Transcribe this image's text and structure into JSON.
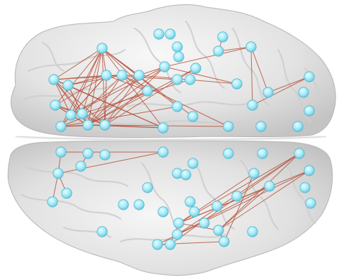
{
  "colors": {
    "background": "#ffffff",
    "brain_fill": "#e6e6e6",
    "brain_highlight": "#f7f7f7",
    "brain_shadow": "#b8b8b8",
    "node_fill": "#a9ecf8",
    "node_stroke": "#56b6cf",
    "edge": "#b5533c"
  },
  "nodes": [
    {
      "id": "u1"
    },
    {
      "id": "u2"
    },
    {
      "id": "u3"
    },
    {
      "id": "u4"
    },
    {
      "id": "u5"
    },
    {
      "id": "u6"
    },
    {
      "id": "u7"
    },
    {
      "id": "u8"
    },
    {
      "id": "u9"
    },
    {
      "id": "u10"
    },
    {
      "id": "u11"
    },
    {
      "id": "u12"
    },
    {
      "id": "u13"
    },
    {
      "id": "u14"
    },
    {
      "id": "u15"
    },
    {
      "id": "u16"
    },
    {
      "id": "u17"
    },
    {
      "id": "u18"
    },
    {
      "id": "u19"
    },
    {
      "id": "u20"
    },
    {
      "id": "u21"
    },
    {
      "id": "u22"
    },
    {
      "id": "u23"
    },
    {
      "id": "u24"
    },
    {
      "id": "u25"
    },
    {
      "id": "u26"
    },
    {
      "id": "u27"
    },
    {
      "id": "u28"
    },
    {
      "id": "u29"
    },
    {
      "id": "u30"
    },
    {
      "id": "u31"
    },
    {
      "id": "u32"
    },
    {
      "id": "u33"
    },
    {
      "id": "u34"
    },
    {
      "id": "u35"
    },
    {
      "id": "u36"
    },
    {
      "id": "u37"
    },
    {
      "id": "u38"
    },
    {
      "id": "u39"
    },
    {
      "id": "u40"
    },
    {
      "id": "l1"
    },
    {
      "id": "l2"
    },
    {
      "id": "l3"
    },
    {
      "id": "l4"
    },
    {
      "id": "l5"
    },
    {
      "id": "l6"
    },
    {
      "id": "l7"
    },
    {
      "id": "l8"
    },
    {
      "id": "l9"
    },
    {
      "id": "l10"
    },
    {
      "id": "l11"
    },
    {
      "id": "l12"
    },
    {
      "id": "l13"
    },
    {
      "id": "l14"
    },
    {
      "id": "l15"
    },
    {
      "id": "l16"
    },
    {
      "id": "l17"
    },
    {
      "id": "l18"
    },
    {
      "id": "l19"
    },
    {
      "id": "l20"
    },
    {
      "id": "l21"
    },
    {
      "id": "l22"
    },
    {
      "id": "l23"
    },
    {
      "id": "l24"
    },
    {
      "id": "l25"
    },
    {
      "id": "l26"
    },
    {
      "id": "l27"
    },
    {
      "id": "l28"
    },
    {
      "id": "l29"
    },
    {
      "id": "l30"
    },
    {
      "id": "l31"
    },
    {
      "id": "l32"
    },
    {
      "id": "l33"
    },
    {
      "id": "l34"
    },
    {
      "id": "l35"
    },
    {
      "id": "l36"
    }
  ],
  "edges": [
    [
      "u1",
      "u6"
    ],
    [
      "u1",
      "u10"
    ],
    [
      "u1",
      "u11"
    ],
    [
      "u1",
      "u12"
    ],
    [
      "u1",
      "u13"
    ],
    [
      "u1",
      "u14"
    ],
    [
      "u1",
      "u16"
    ],
    [
      "u1",
      "u17"
    ],
    [
      "u1",
      "u19"
    ],
    [
      "u1",
      "u20"
    ],
    [
      "u1",
      "u21"
    ],
    [
      "u1",
      "u9"
    ],
    [
      "u1",
      "u8"
    ],
    [
      "u6",
      "u7"
    ],
    [
      "u6",
      "u9"
    ],
    [
      "u6",
      "u15"
    ],
    [
      "u6",
      "u19"
    ],
    [
      "u6",
      "u13"
    ],
    [
      "u6",
      "u12"
    ],
    [
      "u6",
      "u11"
    ],
    [
      "u6",
      "u14"
    ],
    [
      "u7",
      "u11"
    ],
    [
      "u7",
      "u14"
    ],
    [
      "u7",
      "u15"
    ],
    [
      "u7",
      "u19"
    ],
    [
      "u7",
      "u12"
    ],
    [
      "u8",
      "u12"
    ],
    [
      "u8",
      "u13"
    ],
    [
      "u8",
      "u9"
    ],
    [
      "u8",
      "u14"
    ],
    [
      "u8",
      "u11"
    ],
    [
      "u9",
      "u14"
    ],
    [
      "u9",
      "u16"
    ],
    [
      "u9",
      "u10"
    ],
    [
      "u9",
      "u12"
    ],
    [
      "u10",
      "u12"
    ],
    [
      "u10",
      "u13"
    ],
    [
      "u10",
      "u14"
    ],
    [
      "u10",
      "u17"
    ],
    [
      "u11",
      "u12"
    ],
    [
      "u11",
      "u13"
    ],
    [
      "u11",
      "u15"
    ],
    [
      "u12",
      "u13"
    ],
    [
      "u12",
      "u16"
    ],
    [
      "u12",
      "u17"
    ],
    [
      "u12",
      "u15"
    ],
    [
      "u13",
      "u14"
    ],
    [
      "u13",
      "u16"
    ],
    [
      "u14",
      "u16"
    ],
    [
      "u14",
      "u17"
    ],
    [
      "u15",
      "u16"
    ],
    [
      "u15",
      "u17"
    ],
    [
      "u9",
      "u18"
    ],
    [
      "u12",
      "u18"
    ],
    [
      "u13",
      "u18"
    ],
    [
      "u16",
      "u18"
    ],
    [
      "u12",
      "u19"
    ],
    [
      "u13",
      "u19"
    ],
    [
      "u12",
      "u22"
    ],
    [
      "u13",
      "u22"
    ],
    [
      "u11",
      "u23"
    ],
    [
      "u14",
      "u24"
    ],
    [
      "u10",
      "u20"
    ],
    [
      "u15",
      "u25"
    ],
    [
      "u13",
      "u25"
    ],
    [
      "u18",
      "u28"
    ],
    [
      "u18",
      "u29"
    ],
    [
      "u16",
      "u29"
    ],
    [
      "u26",
      "u27"
    ],
    [
      "u27",
      "u28"
    ],
    [
      "u28",
      "u30"
    ],
    [
      "u28",
      "u31"
    ],
    [
      "u30",
      "u34"
    ],
    [
      "u31",
      "u34"
    ],
    [
      "l1",
      "l4"
    ],
    [
      "l2",
      "l5"
    ],
    [
      "l4",
      "l6"
    ],
    [
      "l1",
      "l6"
    ],
    [
      "l7",
      "l6"
    ],
    [
      "l8",
      "l6"
    ],
    [
      "l20",
      "l29"
    ],
    [
      "l21",
      "l29"
    ],
    [
      "l22",
      "l29"
    ],
    [
      "l23",
      "l29"
    ],
    [
      "l20",
      "l30"
    ],
    [
      "l22",
      "l30"
    ],
    [
      "l23",
      "l31"
    ],
    [
      "l29",
      "l32"
    ],
    [
      "l31",
      "l32"
    ],
    [
      "l23",
      "l33"
    ],
    [
      "l29",
      "l33"
    ],
    [
      "l20",
      "l33"
    ],
    [
      "l21",
      "l34"
    ],
    [
      "l31",
      "l34"
    ],
    [
      "l33",
      "l34"
    ],
    [
      "l20",
      "l32"
    ],
    [
      "l22",
      "l33"
    ]
  ]
}
